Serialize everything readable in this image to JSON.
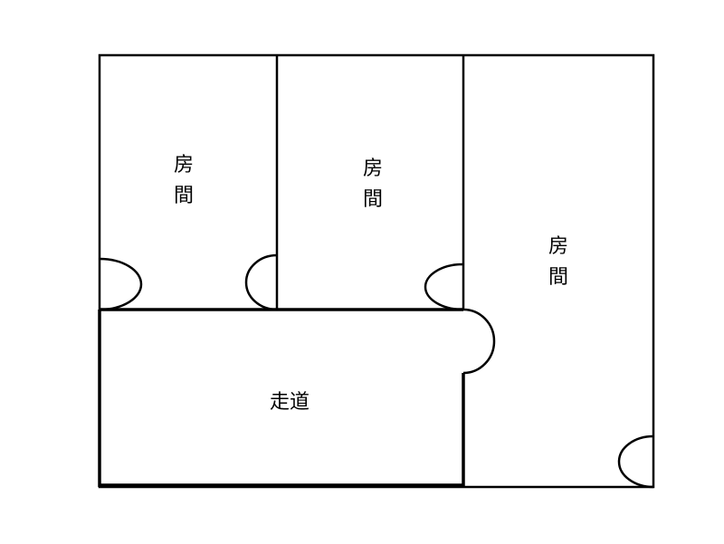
{
  "rooms": {
    "room_1": "房間",
    "room_2": "房間",
    "room_3": "房間",
    "corridor": "走道"
  },
  "colors": {
    "line": "#000000",
    "background": "#ffffff"
  }
}
